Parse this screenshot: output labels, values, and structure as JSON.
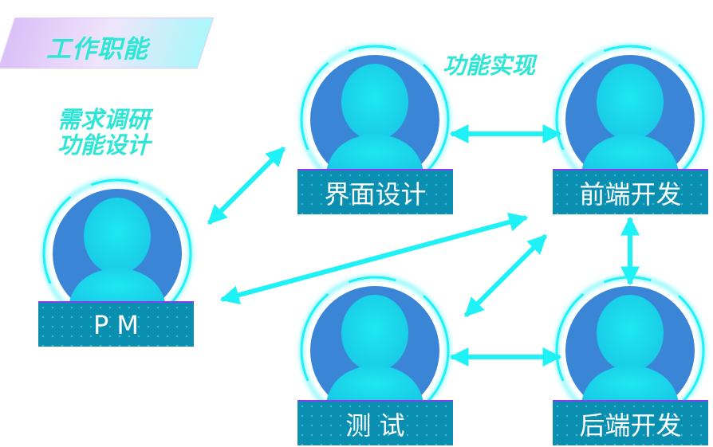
{
  "title": "工作职能",
  "notes": {
    "left_line1": "需求调研",
    "left_line2": "功能设计",
    "top": "功能实现"
  },
  "nodes": {
    "pm": "P M",
    "ui": "界面设计",
    "frontend": "前端开发",
    "test": "测  试",
    "backend": "后端开发"
  },
  "colors": {
    "accent": "#2ee6d6",
    "arrow": "#1ef2f7",
    "circle": "#3a85d6",
    "label_bg": "#0a8fb0"
  }
}
